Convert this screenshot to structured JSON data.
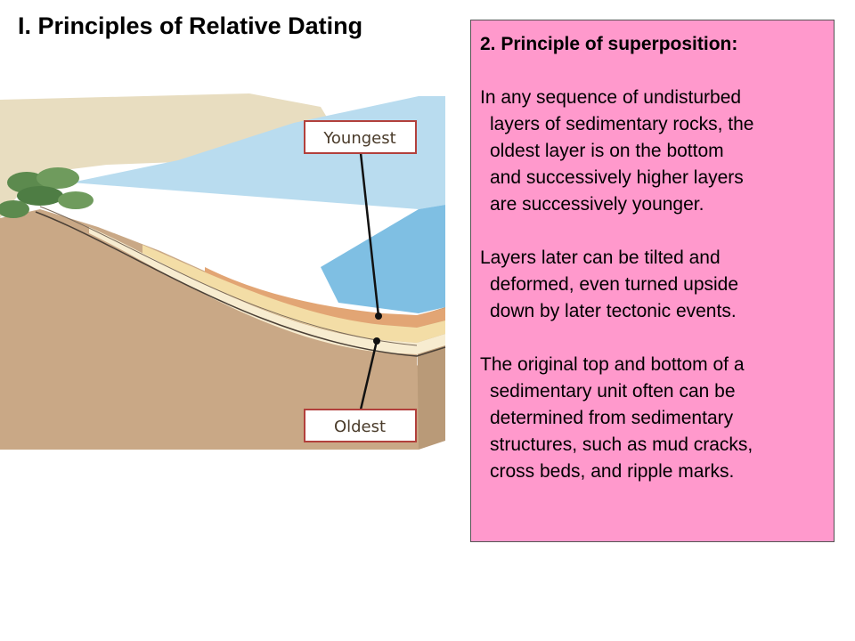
{
  "title": "I. Principles of Relative Dating",
  "info_box": {
    "heading": "2. Principle of superposition:",
    "background": "#ff99cc",
    "paragraphs": [
      {
        "first": "In any sequence of undisturbed",
        "rest": [
          "layers of sedimentary rocks, the",
          "oldest layer is on the bottom",
          "and successively higher layers",
          "are successively younger."
        ]
      },
      {
        "first": "Layers later can be tilted and",
        "rest": [
          "deformed, even turned upside",
          "down by later tectonic events."
        ]
      },
      {
        "first": "The original top and bottom of a",
        "rest": [
          "sedimentary unit often can be",
          "determined from sedimentary",
          "structures, such as mud cracks,",
          "cross beds, and ripple marks."
        ]
      }
    ]
  },
  "diagram": {
    "label_top": "Youngest",
    "label_bottom": "Oldest",
    "colors": {
      "water_top": "#b9dcef",
      "water_side": "#7fbfe3",
      "ground": "#c9a886",
      "ground_side": "#b99a78",
      "layer_orange": "#e2a574",
      "layer_cream": "#f3dda6",
      "layer_light": "#f7ecd0",
      "label_border": "#b2403c",
      "vegetation": "#5c8a4e"
    }
  }
}
